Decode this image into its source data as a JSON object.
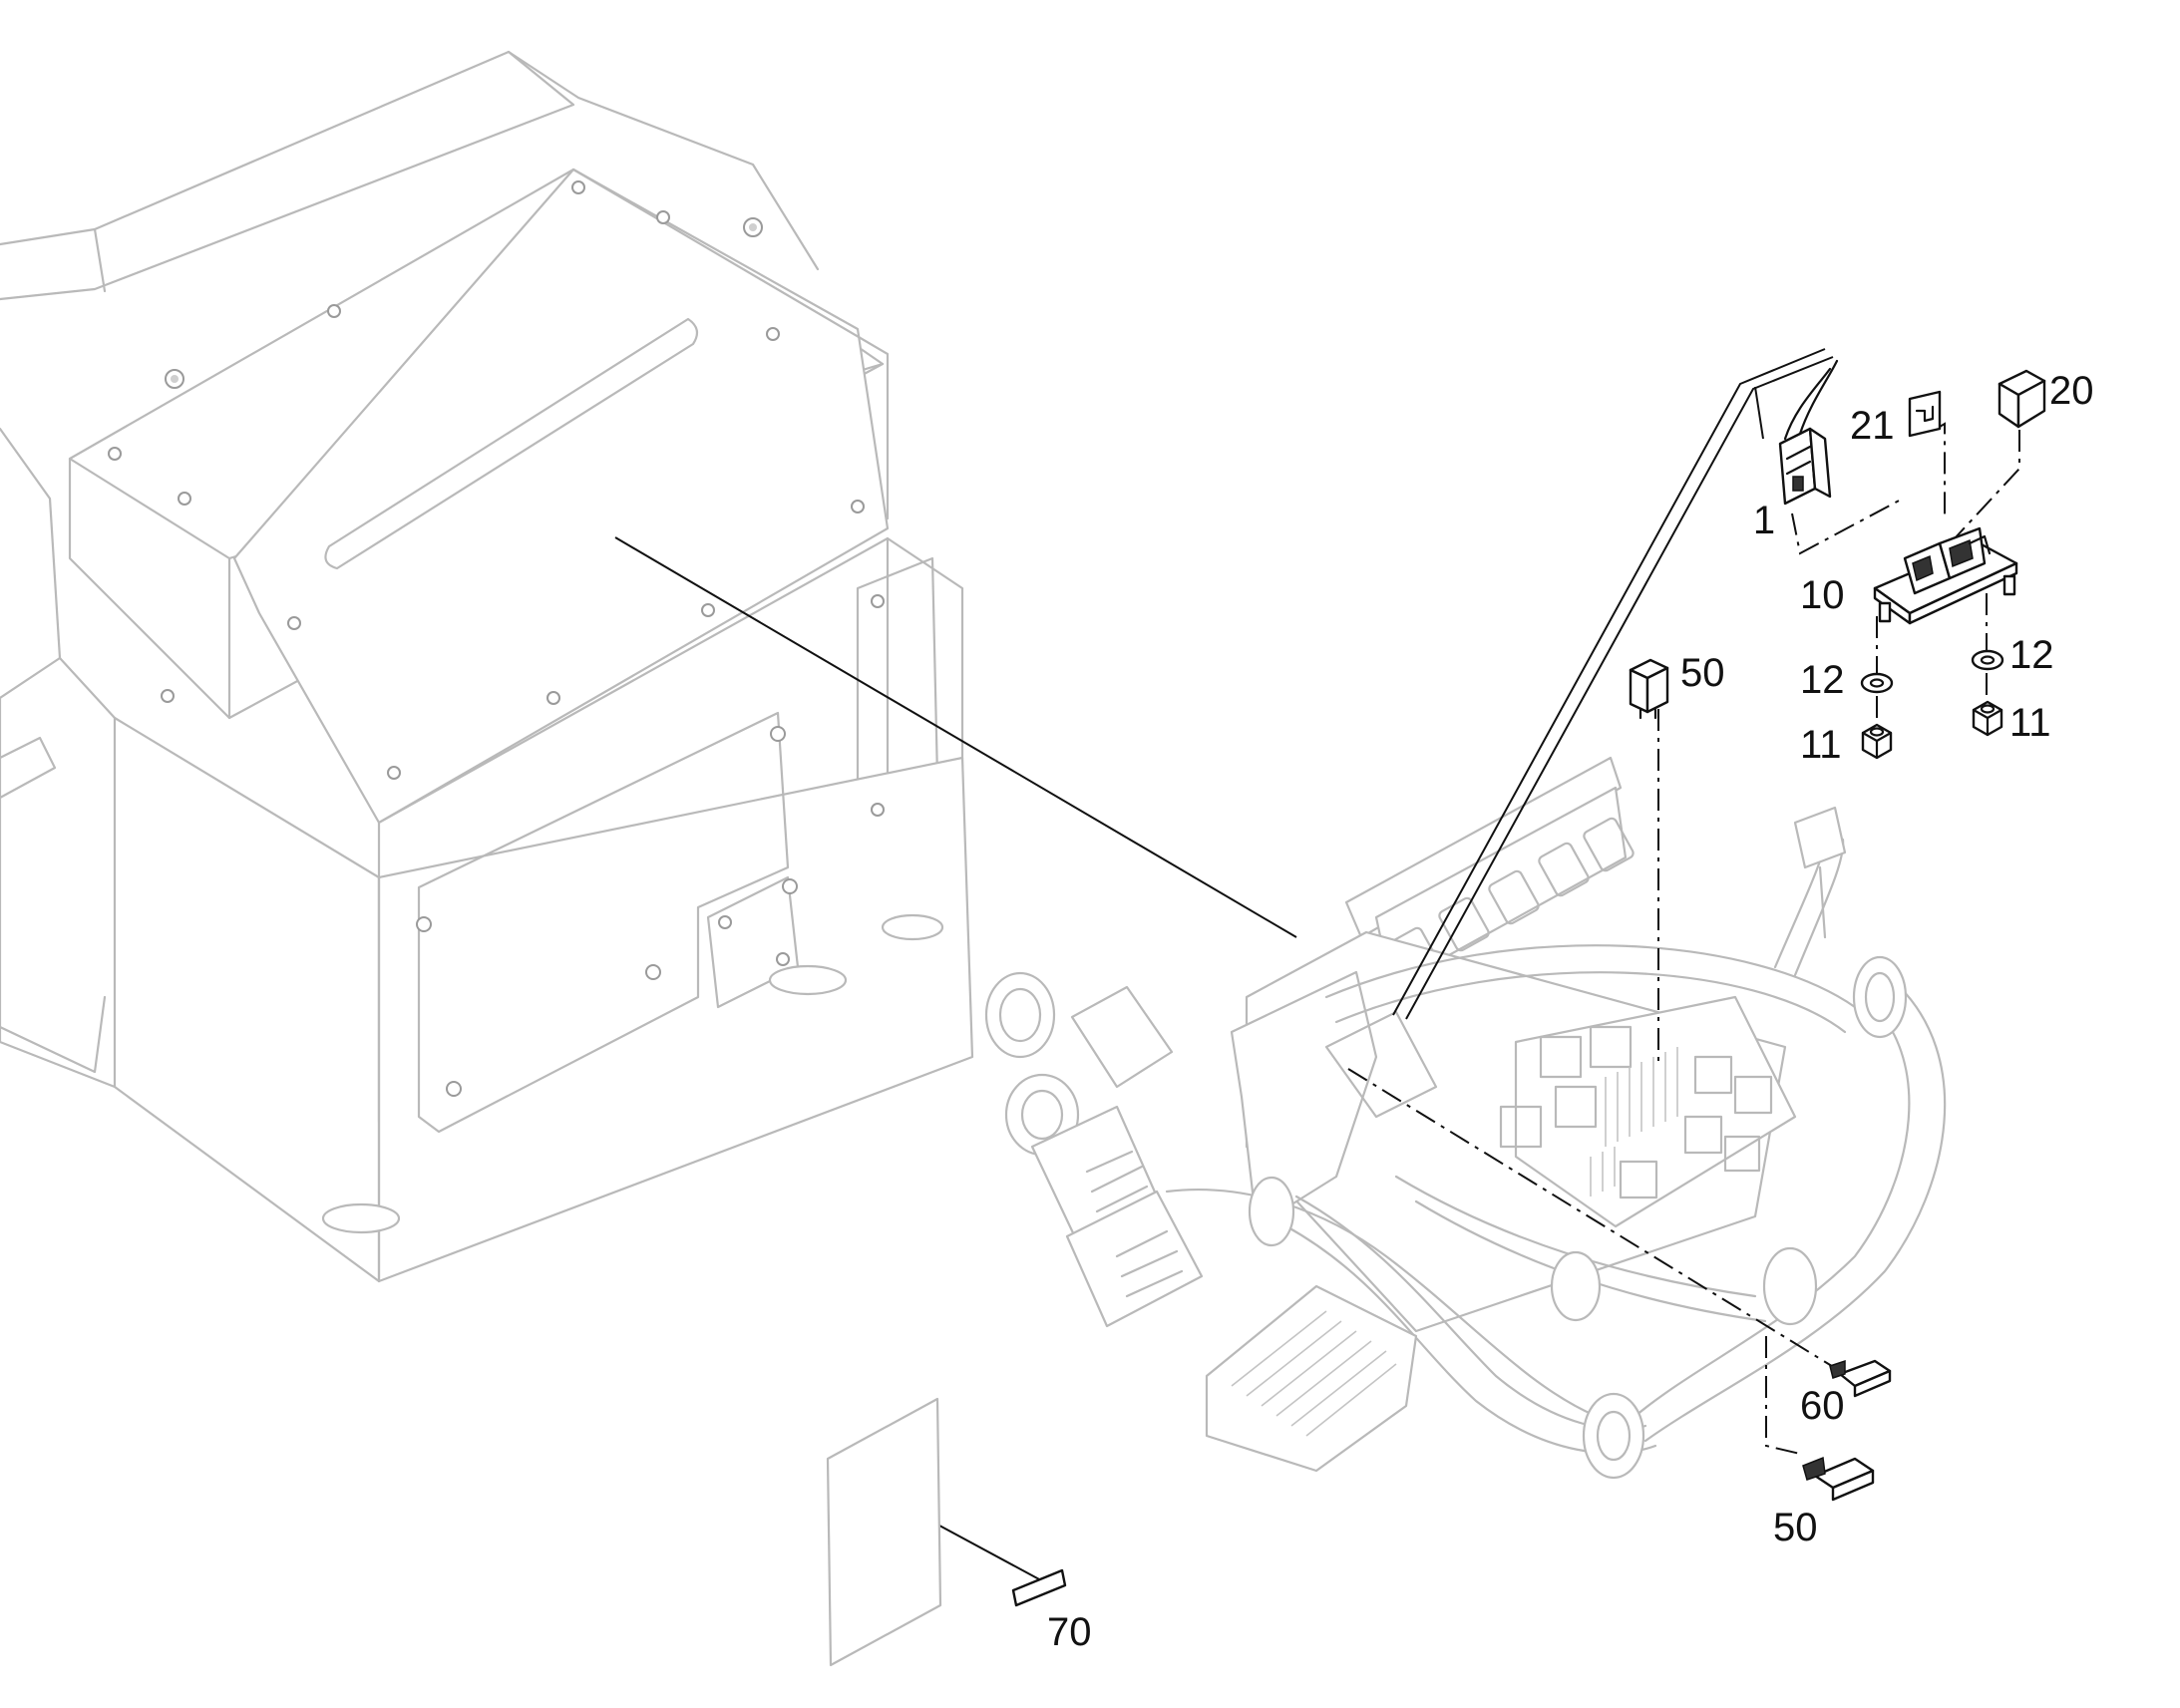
{
  "callouts": [
    {
      "id": "callout-1",
      "text": "1"
    },
    {
      "id": "callout-10",
      "text": "10"
    },
    {
      "id": "callout-11a",
      "text": "11"
    },
    {
      "id": "callout-11b",
      "text": "11"
    },
    {
      "id": "callout-12a",
      "text": "12"
    },
    {
      "id": "callout-12b",
      "text": "12"
    },
    {
      "id": "callout-20",
      "text": "20"
    },
    {
      "id": "callout-21",
      "text": "21"
    },
    {
      "id": "callout-50a",
      "text": "50"
    },
    {
      "id": "callout-50b",
      "text": "50"
    },
    {
      "id": "callout-60",
      "text": "60"
    },
    {
      "id": "callout-70",
      "text": "70"
    }
  ]
}
